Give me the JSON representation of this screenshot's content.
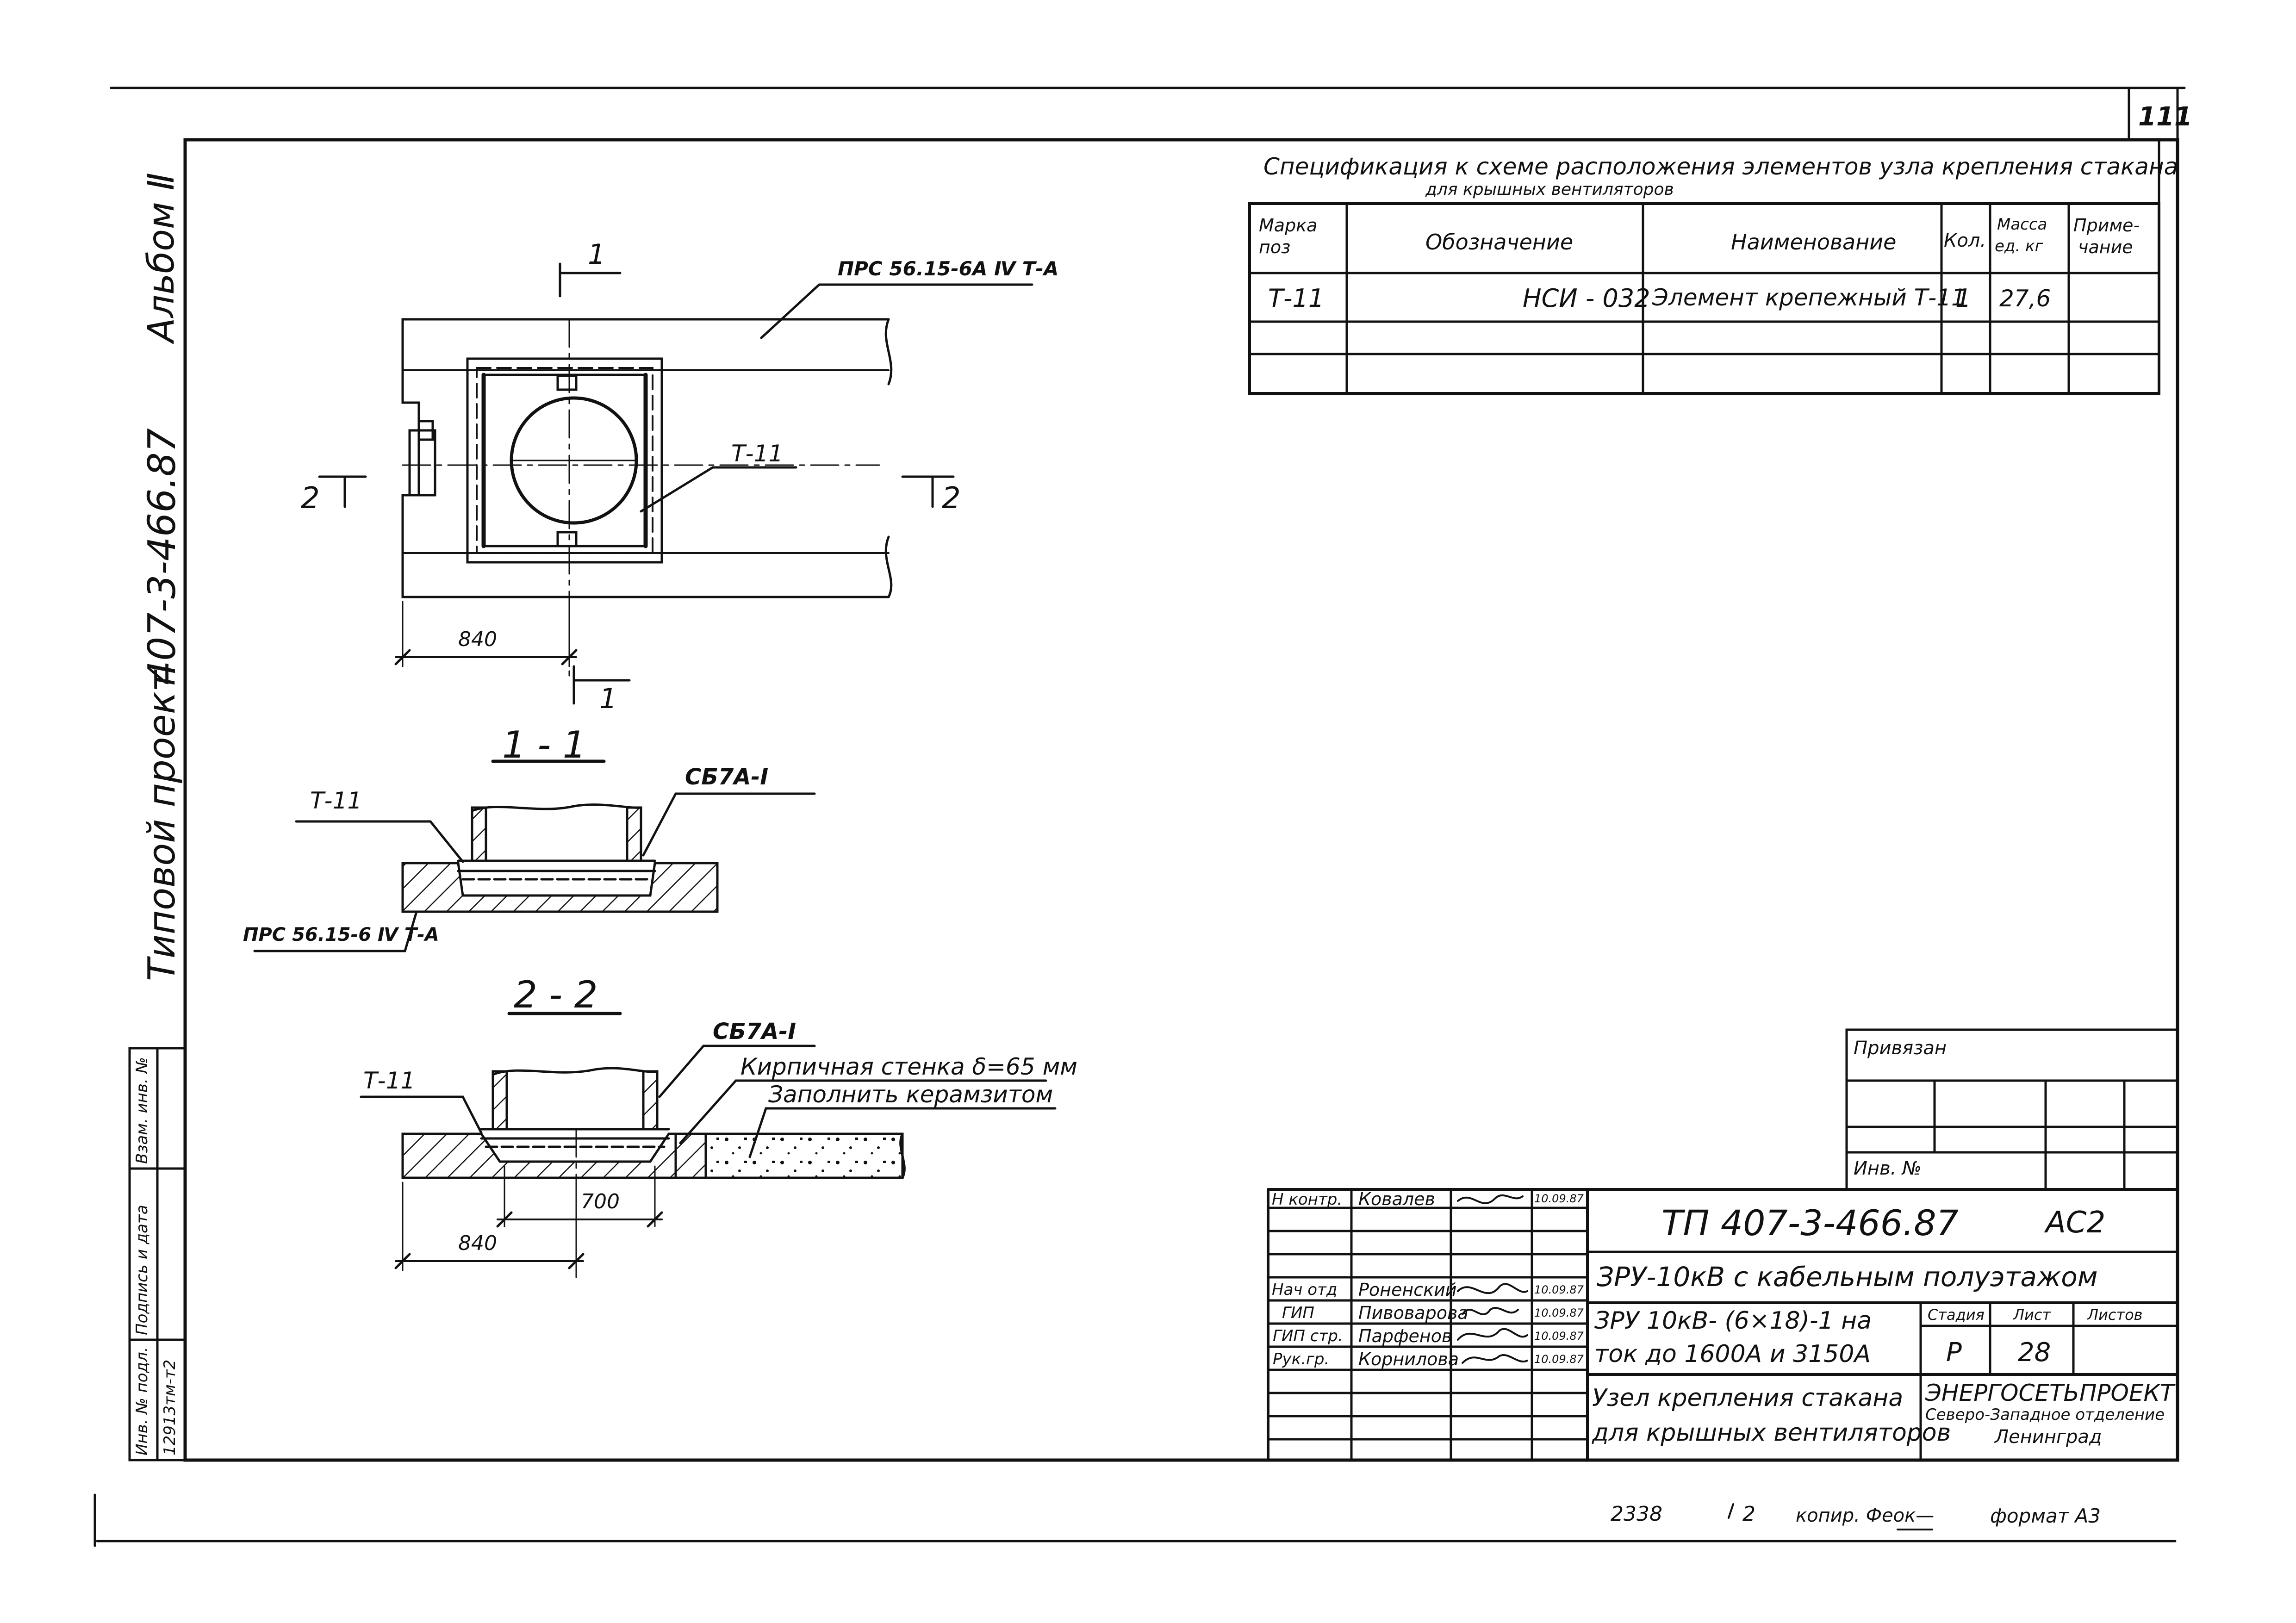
{
  "page": {
    "sheet_number": "111",
    "bottom_code": "2338",
    "bottom_code_suffix": "2",
    "copied_by": "копир. Феок—",
    "format": "формат A3"
  },
  "side_labels": {
    "album": "Альбом Ⅱ",
    "project_number": "407-3-466.87",
    "project_type": "Типовой проект"
  },
  "side_stamp": {
    "inv_podl": "Инв. № подл.",
    "podpis_data": "Подпись и дата",
    "vzam_inv": "Взам. инв. №",
    "inv_value": "12913тм-т2"
  },
  "specification": {
    "title": "Спецификация к схеме расположения элементов узла крепления стакана",
    "subtitle": "для крышных вентиляторов",
    "headers": {
      "mark_1": "Марка",
      "mark_2": "поз",
      "designation": "Обозначение",
      "name": "Наименование",
      "qty": "Кол.",
      "mass_1": "Масса",
      "mass_2": "ед. кг",
      "note_1": "Приме-",
      "note_2": "чание"
    },
    "rows": [
      {
        "mark": "Т-11",
        "designation": "НСИ - 032",
        "name": "Элемент крепежный Т-11",
        "qty": "1",
        "mass": "27,6",
        "note": ""
      }
    ]
  },
  "plan": {
    "slab_label": "ПРС 56.15-6А Ⅳ Т-А",
    "element_label": "Т-11",
    "section_1_top": "1",
    "section_1_bottom": "1",
    "section_2_left": "2",
    "section_2_right": "2",
    "dim_840": "840"
  },
  "section_1_1": {
    "title": "1 - 1",
    "t11": "Т-11",
    "cup": "СБ7А-I",
    "slab": "ПРС 56.15-6 Ⅳ Т-А"
  },
  "section_2_2": {
    "title": "2 - 2",
    "t11": "Т-11",
    "cup": "СБ7А-I",
    "wall": "Кирпичная стенка δ=65 мм",
    "fill": "Заполнить керамзитом",
    "dim_700": "700",
    "dim_840": "840"
  },
  "title_block": {
    "privyazan": "Привязан",
    "inv_no": "Инв. №",
    "project_code": "ТП 407-3-466.87",
    "set_code": "АС2",
    "object_name": "ЗРУ-10кВ с кабельным полуэтажом",
    "sheet_title_1": "ЗРУ 10кВ- (6×18)-1 на",
    "sheet_title_2": "ток до 1600А и 3150А",
    "drawing_title_1": "Узел крепления стакана",
    "drawing_title_2": "для крышных вентиляторов",
    "stage_label": "Стадия",
    "sheet_label": "Лист",
    "sheets_label": "Листов",
    "stage": "Р",
    "sheet": "28",
    "org_1": "ЭНЕРГОСЕТЬПРОЕКТ",
    "org_2": "Северо-Западное отделение",
    "org_3": "Ленинград",
    "signatures": [
      {
        "role": "Н контр.",
        "name": "Ковалев",
        "date": "10.09.87"
      },
      {
        "role": "",
        "name": "",
        "date": ""
      },
      {
        "role": "",
        "name": "",
        "date": ""
      },
      {
        "role": "Нач отд",
        "name": "Роненский",
        "date": "10.09.87"
      },
      {
        "role": "ГИП",
        "name": "Пивоварова",
        "date": "10.09.87"
      },
      {
        "role": "ГИП стр.",
        "name": "Парфенов",
        "date": "10.09.87"
      },
      {
        "role": "Рук.гр.",
        "name": "Корнилова",
        "date": "10.09.87"
      }
    ]
  }
}
